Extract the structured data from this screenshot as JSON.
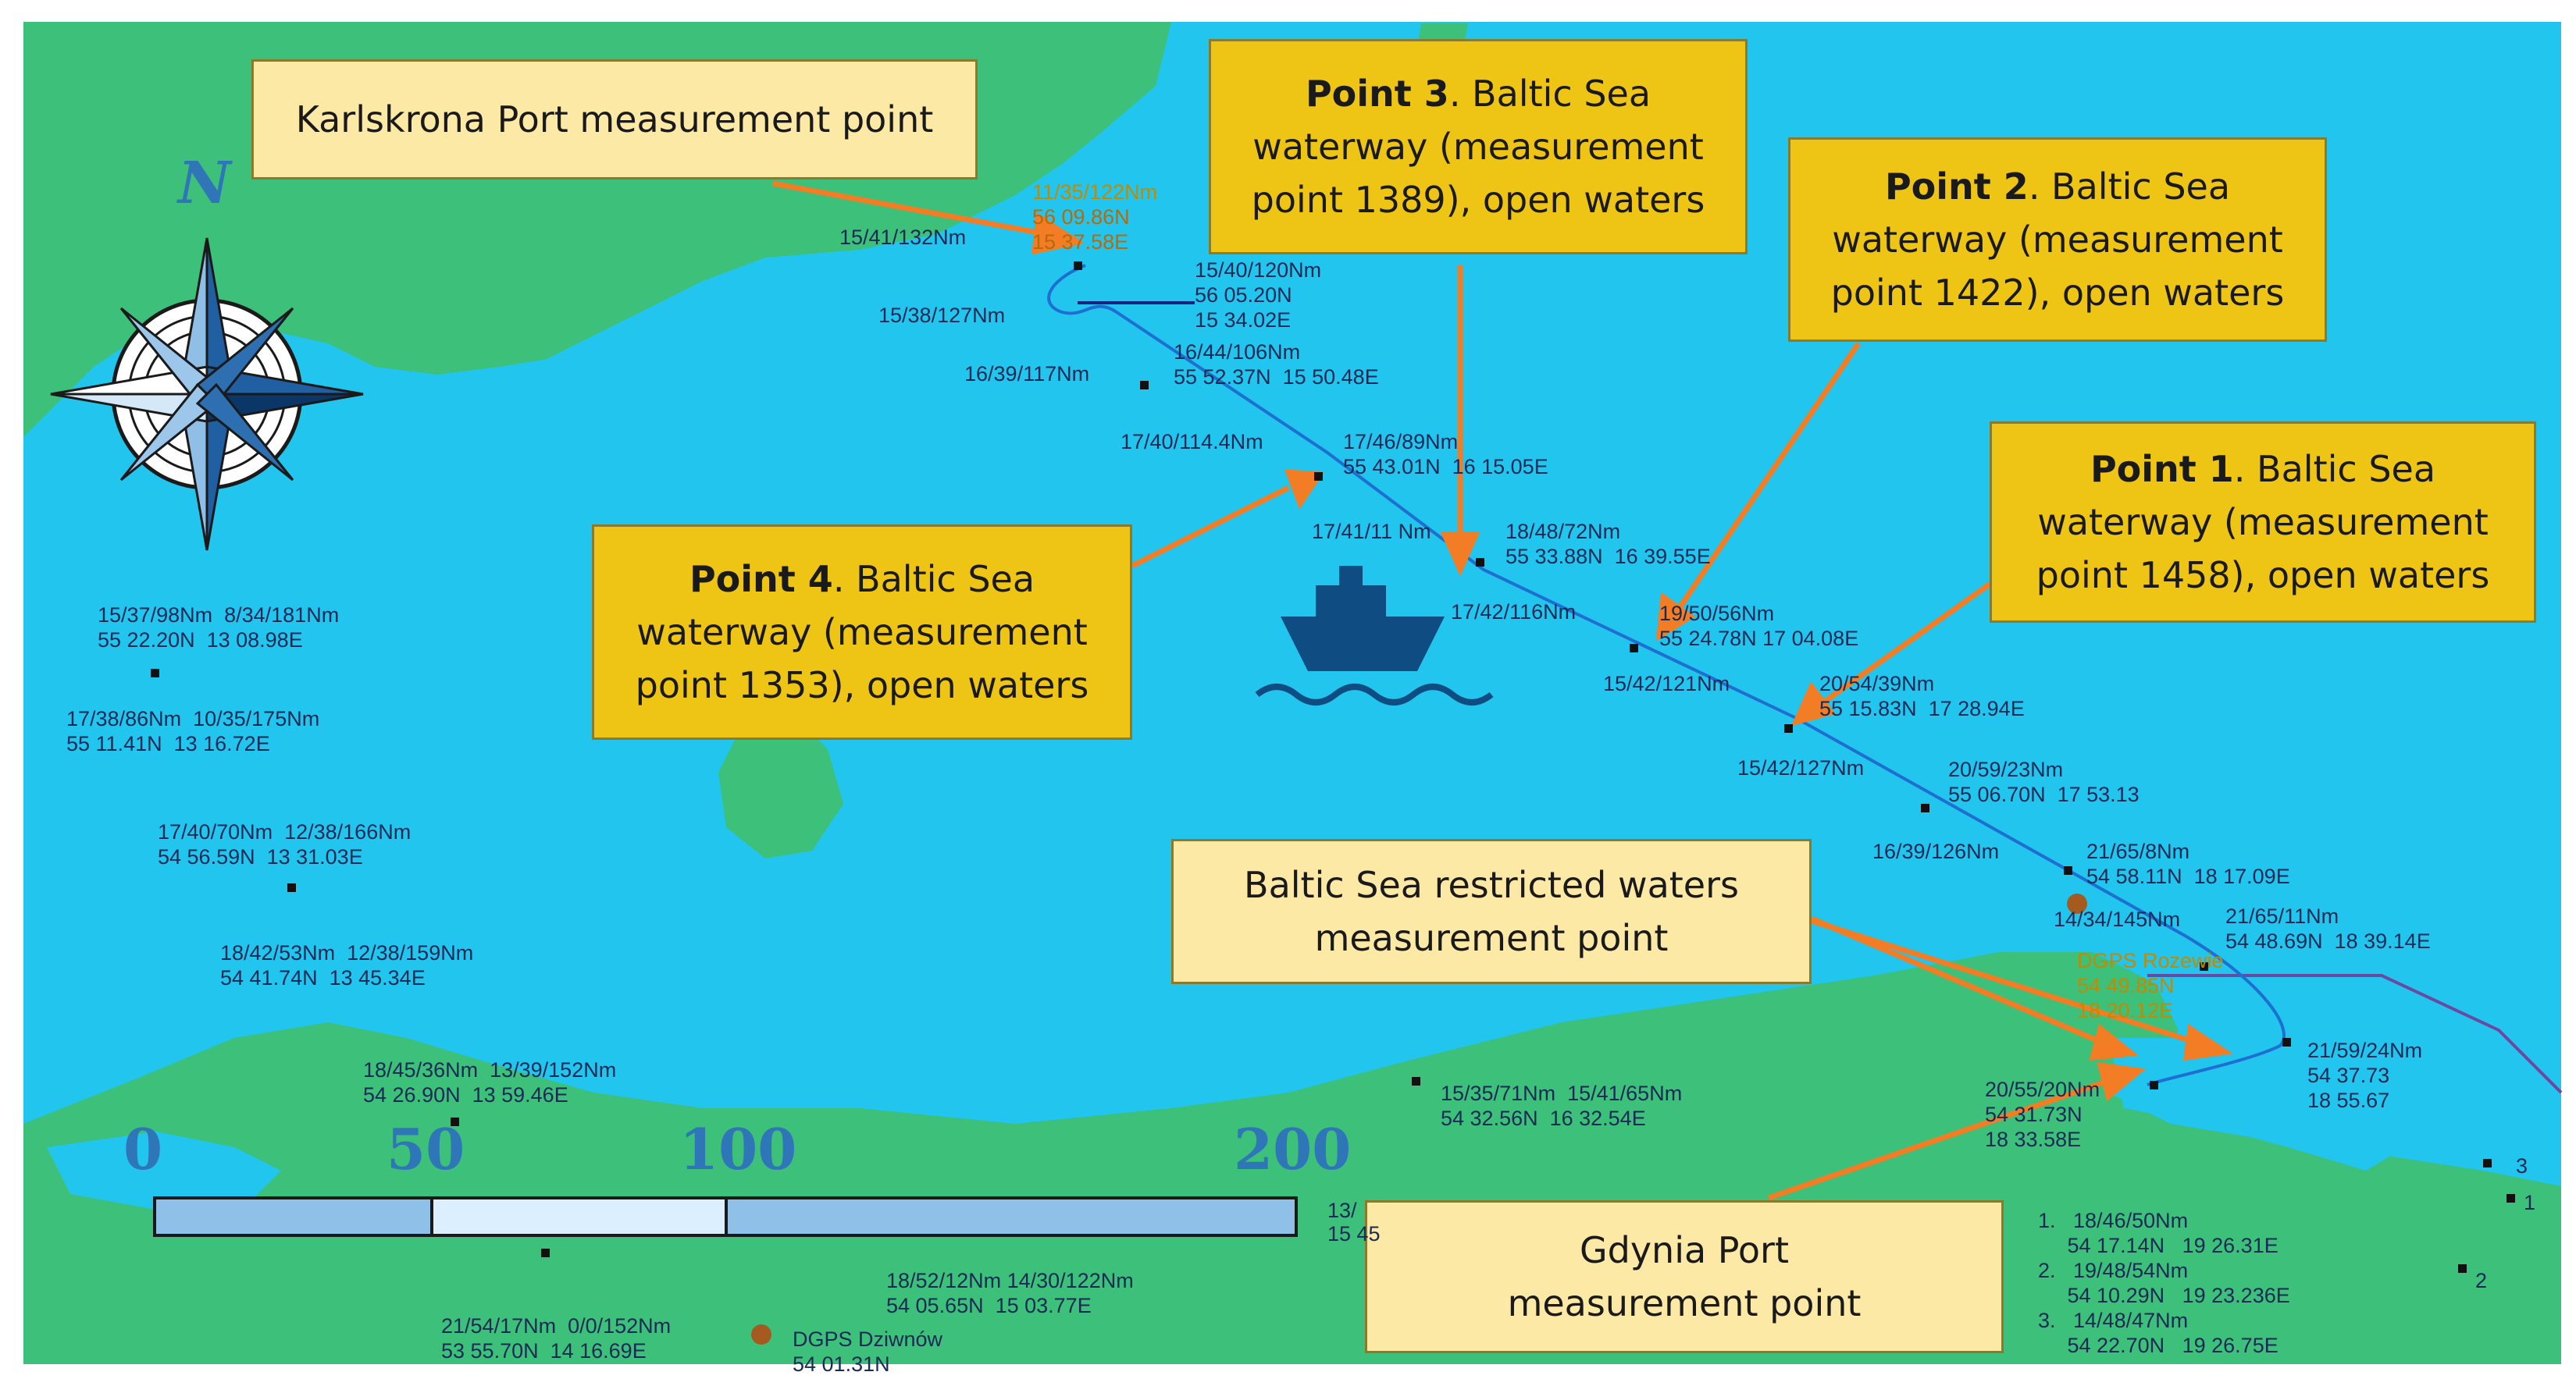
{
  "compass": {
    "north_label": "N"
  },
  "scale": {
    "labels": [
      "0",
      "50",
      "100",
      "200"
    ]
  },
  "callouts": {
    "karlskrona": {
      "text": "Karlskrona Port measurement point"
    },
    "point3": {
      "bold": "Point 3",
      "line1": ". Baltic Sea",
      "line2": "waterway (measurement",
      "line3": "point 1389), open waters"
    },
    "point2": {
      "bold": "Point 2",
      "line1": ". Baltic Sea",
      "line2": "waterway (measurement",
      "line3": "point 1422), open waters"
    },
    "point1": {
      "bold": "Point 1",
      "line1": ". Baltic Sea",
      "line2": "waterway (measurement",
      "line3": "point 1458), open waters"
    },
    "point4": {
      "bold": "Point 4",
      "line1": ". Baltic Sea",
      "line2": "waterway (measurement",
      "line3": "point 1353), open waters"
    },
    "restricted": {
      "line1": "Baltic Sea restricted waters",
      "line2": "measurement point"
    },
    "gdynia": {
      "line1": "Gdynia Port",
      "line2": "measurement point"
    }
  },
  "map_labels": {
    "karlskrona_nm": "11/35/122Nm",
    "karlskrona_lat": "56 09.86N",
    "karlskrona_lon": "15 37.58E",
    "w1": "15/41/132Nm",
    "w2": "15/38/127Nm",
    "w3": "15/40/120Nm\n56 05.20N\n15 34.02E",
    "w4": "16/44/106Nm\n55 52.37N  15 50.48E",
    "w5": "16/39/117Nm",
    "w6": "17/40/114.4Nm",
    "w7": "17/46/89Nm\n55 43.01N  16 15.05E",
    "w8": "17/41/11 Nm",
    "w9": "18/48/72Nm\n55 33.88N  16 39.55E",
    "w10": "17/42/116Nm",
    "w11": "19/50/56Nm\n55 24.78N 17 04.08E",
    "w12": "15/42/121Nm",
    "w13": "20/54/39Nm\n55 15.83N  17 28.94E",
    "w14": "15/42/127Nm",
    "w15": "20/59/23Nm\n55 06.70N  17 53.13",
    "w16": "16/39/126Nm",
    "w17": "21/65/8Nm\n54 58.11N  18 17.09E",
    "w18": "14/34/145Nm",
    "w19": "21/65/11Nm\n54 48.69N  18 39.14E",
    "dgps_rozewie": "DGPS Rozewie\n54 49.85N\n18 20.12E",
    "w20": "21/59/24Nm\n54 37.73\n18 55.67",
    "w21": "20/55/20Nm\n54 31.73N\n18 33.58E",
    "s1": "15/37/98Nm  8/34/181Nm\n55 22.20N  13 08.98E",
    "s2": "17/38/86Nm  10/35/175Nm\n55 11.41N  13 16.72E",
    "s3": "17/40/70Nm  12/38/166Nm\n54 56.59N  13 31.03E",
    "s4": "18/42/53Nm  12/38/159Nm\n54 41.74N  13 45.34E",
    "s5": "18/45/36Nm  13/39/152Nm\n54 26.90N  13 59.46E",
    "s6": "15/35/71Nm  15/41/65Nm\n54 32.56N  16 32.54E",
    "s7": "18/52/12Nm 14/30/122Nm\n54 05.65N  15 03.77E",
    "s8": "21/54/17Nm  0/0/152Nm\n53 55.70N  14 16.69E",
    "dgps_dziwnow": "DGPS Dziwnów\n54 01.31N",
    "s9": "13/",
    "s10": "15 45",
    "legend": "1.   18/46/50Nm\n     54 17.14N   19 26.31E\n2.   19/48/54Nm\n     54 10.29N   19 23.236E\n3.   14/48/47Nm\n     54 22.70N   19 26.75E",
    "m1": "1",
    "m2": "2",
    "m3": "3"
  }
}
